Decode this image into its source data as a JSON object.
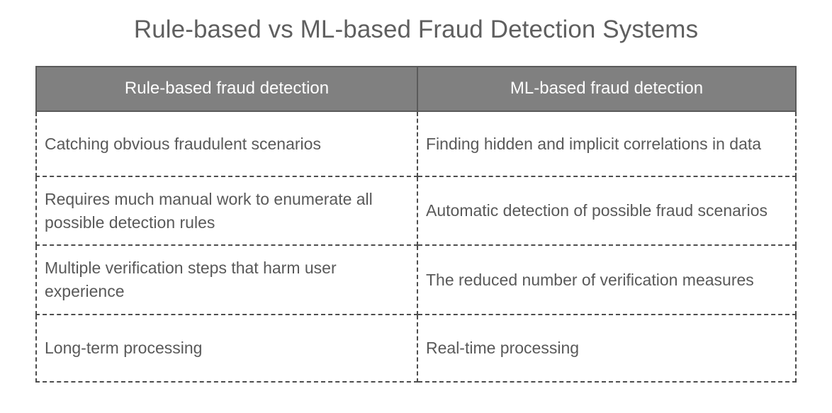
{
  "title": "Rule-based vs ML-based Fraud Detection Systems",
  "colors": {
    "header_background": "#808080",
    "header_text": "#ffffff",
    "body_text": "#595959",
    "title_text": "#5f5f5f",
    "cell_border": "#4d4d4d",
    "header_border": "#5a5a5a",
    "page_background": "#ffffff"
  },
  "table": {
    "columns": [
      {
        "key": "rule_based",
        "header": "Rule-based fraud detection"
      },
      {
        "key": "ml_based",
        "header": "ML-based fraud detection"
      }
    ],
    "rows": [
      {
        "rule_based": "Catching obvious fraudulent scenarios",
        "ml_based": "Finding hidden and implicit correlations in data"
      },
      {
        "rule_based": "Requires much manual work to enumerate all possible detection rules",
        "ml_based": "Automatic detection of possible fraud scenarios"
      },
      {
        "rule_based": "Multiple verification steps that harm user experience",
        "ml_based": "The reduced number of verification measures"
      },
      {
        "rule_based": "Long-term processing",
        "ml_based": "Real-time processing"
      }
    ]
  }
}
